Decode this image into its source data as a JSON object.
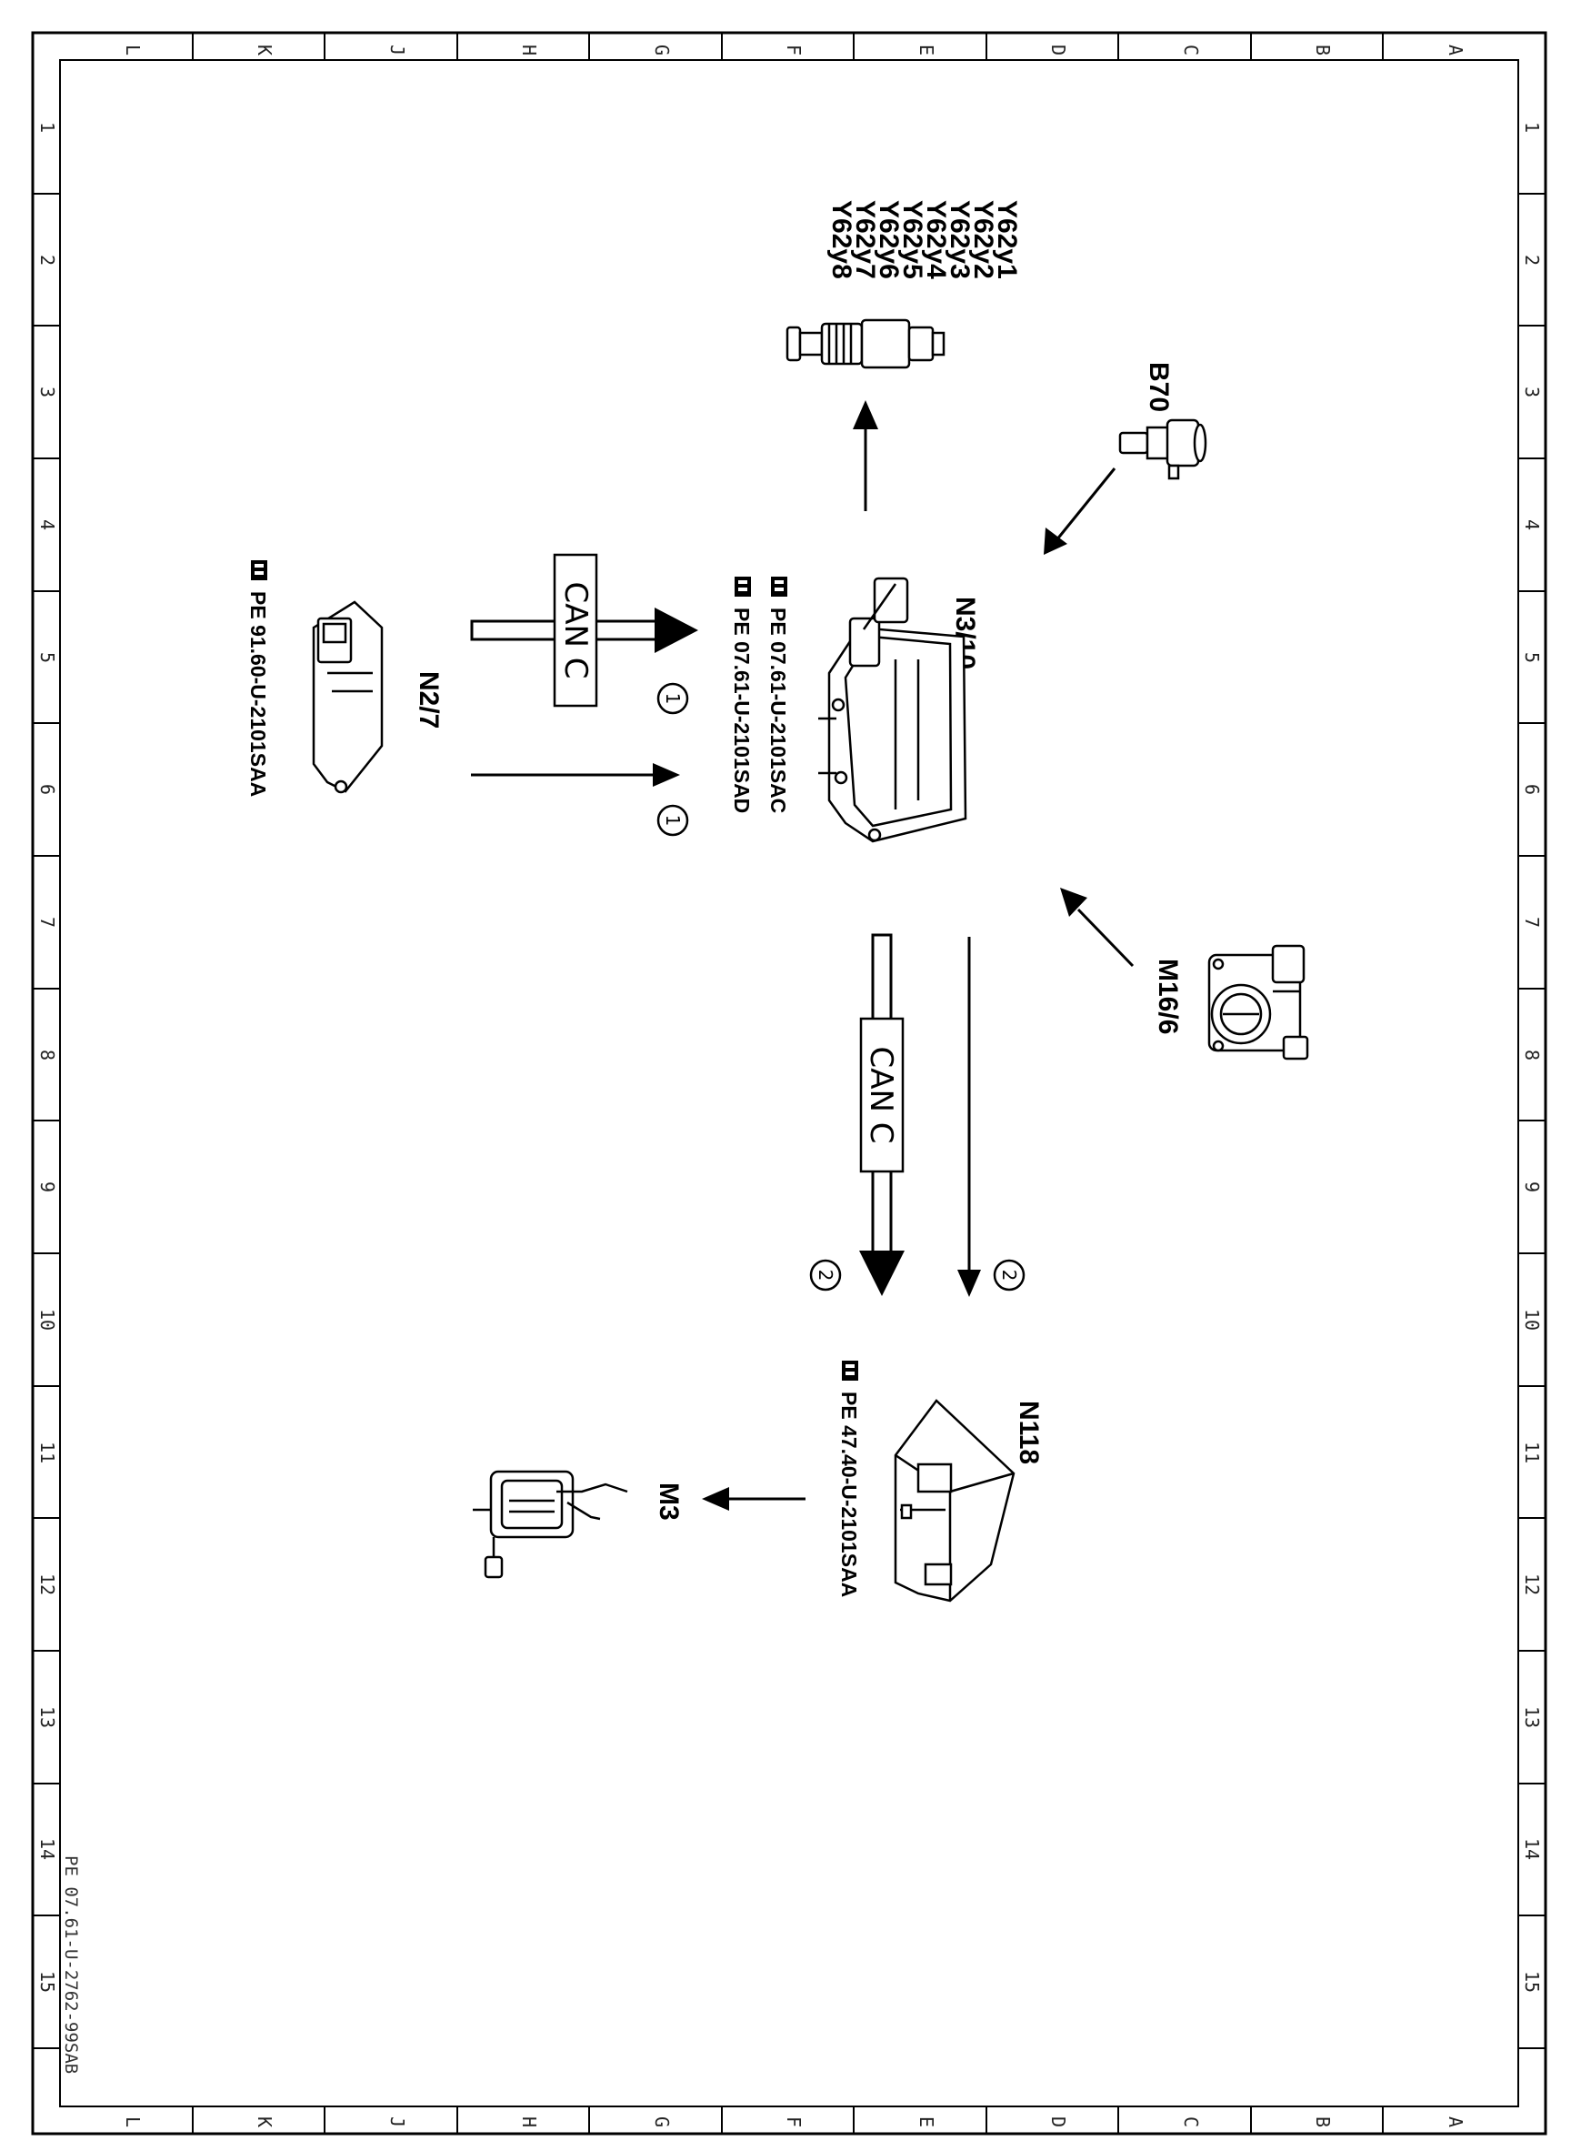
{
  "grid": {
    "columns": [
      "L",
      "K",
      "J",
      "H",
      "G",
      "F",
      "E",
      "D",
      "C",
      "B",
      "A"
    ],
    "rows": [
      "1",
      "2",
      "3",
      "4",
      "5",
      "6",
      "7",
      "8",
      "9",
      "10",
      "11",
      "12",
      "13",
      "14",
      "15"
    ]
  },
  "components": {
    "injectors": [
      "Y62y1",
      "Y62y2",
      "Y62y3",
      "Y62y4",
      "Y62y5",
      "Y62y6",
      "Y62y7",
      "Y62y8"
    ],
    "b70": "B70",
    "n3_10": "N3/10",
    "n2_7": "N2/7",
    "m16_6": "M16/6",
    "n118": "N118",
    "m3": "M3"
  },
  "references": {
    "n3_10_ref1": "PE  07.61-U-2101SAC",
    "n3_10_ref2": "PE  07.61-U-2101SAD",
    "n2_7_ref": "PE  91.60-U-2101SAA",
    "n118_ref": "PE  47.40-U-2101SAA"
  },
  "bus": {
    "can_top": "CAN  C",
    "can_mid": "CAN  C"
  },
  "markers": {
    "m1a": "1",
    "m1b": "1",
    "m2a": "2",
    "m2b": "2"
  },
  "document_id": "PE 07.61-U-2762-99SAB",
  "colors": {
    "line": "#000000",
    "background": "#ffffff"
  }
}
